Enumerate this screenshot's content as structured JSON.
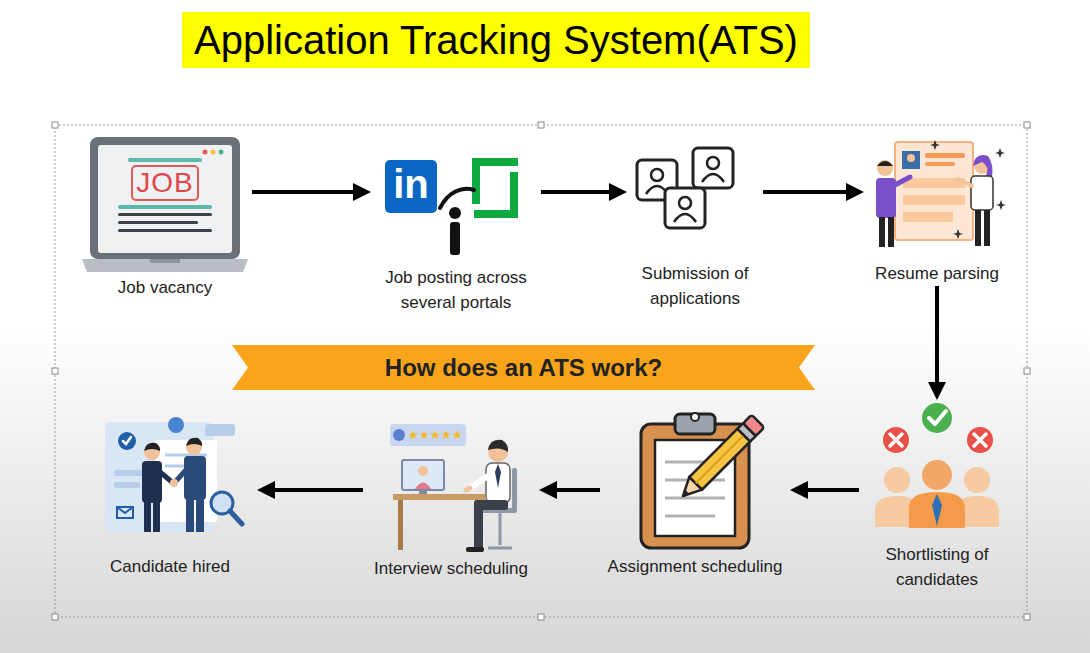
{
  "diagram": {
    "title": "Application Tracking System(ATS)",
    "nodes": [
      {
        "text": [
          "Job vacancy"
        ]
      },
      {
        "text": [
          "Job posting across several portals"
        ]
      },
      {
        "text": [
          "Submission of applications"
        ]
      },
      {
        "text": [
          "Resume parsing"
        ]
      },
      {
        "text": [
          "How does an ATS work?"
        ]
      },
      {
        "text": [
          "Shortlisting of candidates"
        ]
      },
      {
        "text": [
          "Assignment scheduling"
        ]
      },
      {
        "text": [
          "Interview scheduling"
        ]
      },
      {
        "text": [
          "Candidate hired"
        ]
      }
    ],
    "edges": [
      {
        "from": 0,
        "to": 1,
        "arrow": "to"
      },
      {
        "from": 1,
        "to": 2,
        "arrow": "to"
      },
      {
        "from": 2,
        "to": 3,
        "arrow": "to"
      },
      {
        "from": 3,
        "to": 5,
        "arrow": "to"
      },
      {
        "from": 5,
        "to": 6,
        "arrow": "to"
      },
      {
        "from": 6,
        "to": 7,
        "arrow": "to"
      },
      {
        "from": 7,
        "to": 8,
        "arrow": "to"
      }
    ],
    "labels": [
      "JOB",
      "in"
    ]
  }
}
